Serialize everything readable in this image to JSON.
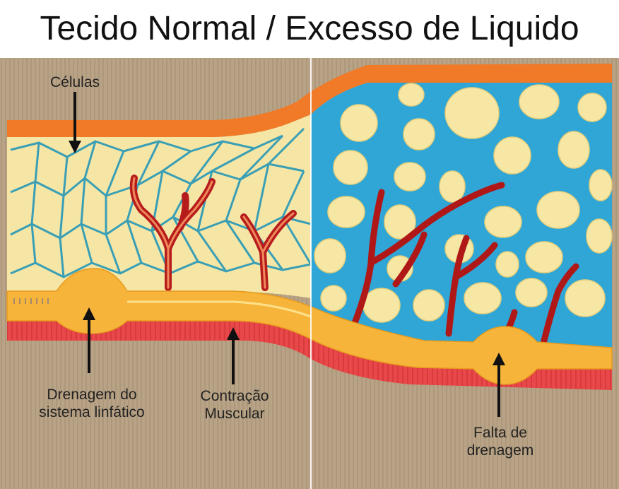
{
  "title": "Tecido Normal / Excesso de Liquido",
  "labels": {
    "cells": "Células",
    "drainage": [
      "Drenagem do",
      "sistema linfático"
    ],
    "contraction": [
      "Contração",
      "Muscular"
    ],
    "lack_drainage": [
      "Falta de",
      "drenagem"
    ]
  },
  "colors": {
    "skin": "#f07a28",
    "fluid": "#2ea7d8",
    "cell": "#f5e7a6",
    "vessel": "#b71c1c",
    "lymph": "#f6b53a",
    "muscle": "#e8484a",
    "background": "#b8a286"
  }
}
